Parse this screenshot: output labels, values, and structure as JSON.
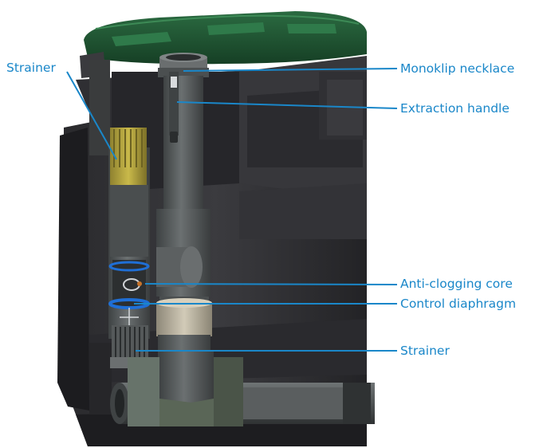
{
  "diagram": {
    "colors": {
      "label_text": "#1a87c9",
      "leader_line": "#1a87c9",
      "lid": "#1f5a35",
      "tank": "#2e2e31",
      "pipe": "#55595a",
      "strainer_yellow": "#b5a63c",
      "diaphragm": "#1f6fd6",
      "collar": "#b9b2a0"
    },
    "callouts": [
      {
        "id": "strainer-top",
        "text": "Strainer"
      },
      {
        "id": "monoklip-necklace",
        "text": "Monoklip necklace"
      },
      {
        "id": "extraction-handle",
        "text": "Extraction handle"
      },
      {
        "id": "anti-clogging-core",
        "text": "Anti-clogging core"
      },
      {
        "id": "control-diaphragm",
        "text": "Control diaphragm"
      },
      {
        "id": "strainer-bottom",
        "text": "Strainer"
      }
    ]
  }
}
